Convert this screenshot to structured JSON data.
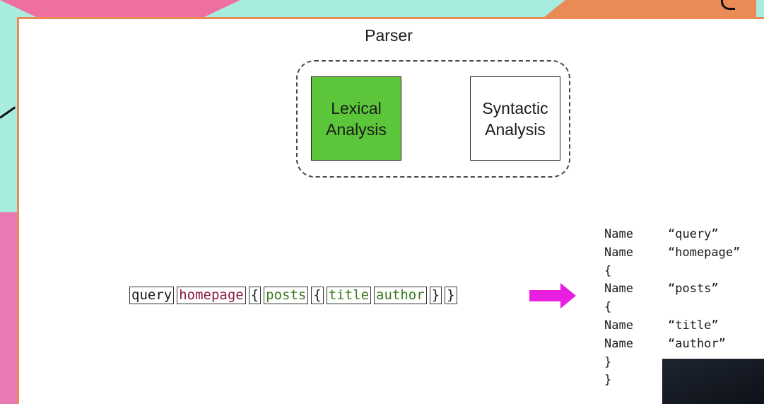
{
  "slide": {
    "title": "Parser",
    "stages": [
      {
        "label": "Lexical\nAnalysis",
        "color": "#5cc63a",
        "active": true
      },
      {
        "label": "Syntactic\nAnalysis",
        "color": "#ffffff",
        "active": false
      }
    ]
  },
  "source_tokens": [
    {
      "text": "query",
      "kind": "kw"
    },
    {
      "text": "homepage",
      "kind": "name1"
    },
    {
      "text": "{",
      "kind": "punct"
    },
    {
      "text": "posts",
      "kind": "field"
    },
    {
      "text": "{",
      "kind": "punct"
    },
    {
      "text": "title",
      "kind": "field"
    },
    {
      "text": "author",
      "kind": "field"
    },
    {
      "text": "}",
      "kind": "punct"
    },
    {
      "text": "}",
      "kind": "punct"
    }
  ],
  "arrow_color": "#e81fe0",
  "token_list": [
    {
      "type": "Name",
      "value": "“query”"
    },
    {
      "type": "Name",
      "value": "“homepage”"
    },
    {
      "type": "{",
      "value": ""
    },
    {
      "type": "Name",
      "value": "“posts”"
    },
    {
      "type": "{",
      "value": ""
    },
    {
      "type": "Name",
      "value": "“title”"
    },
    {
      "type": "Name",
      "value": "“author”"
    },
    {
      "type": "}",
      "value": ""
    },
    {
      "type": "}",
      "value": ""
    }
  ]
}
